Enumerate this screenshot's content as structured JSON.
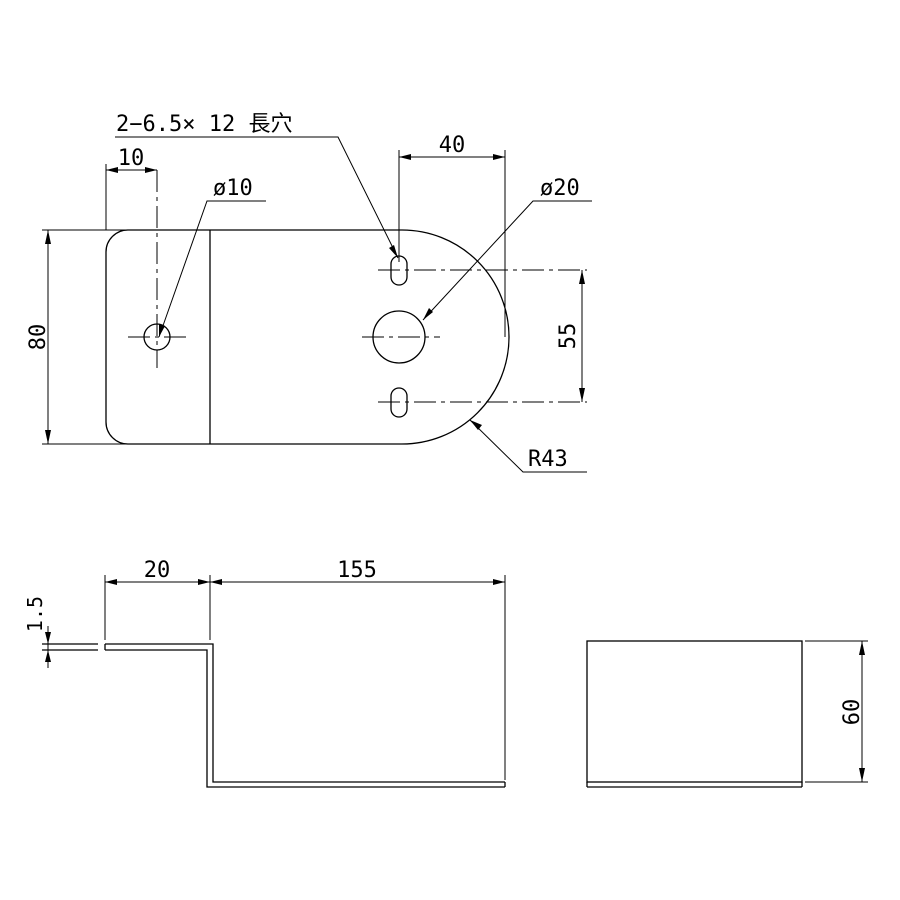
{
  "dimensions": {
    "slot_label": "2−6.5× 12 長穴",
    "offset_10": "10",
    "hole_small": "ø10",
    "width_40": "40",
    "hole_large": "ø20",
    "height_80": "80",
    "spacing_55": "55",
    "radius": "R43",
    "flange_20": "20",
    "length_155": "155",
    "thickness": "1.5",
    "depth_60": "60"
  }
}
